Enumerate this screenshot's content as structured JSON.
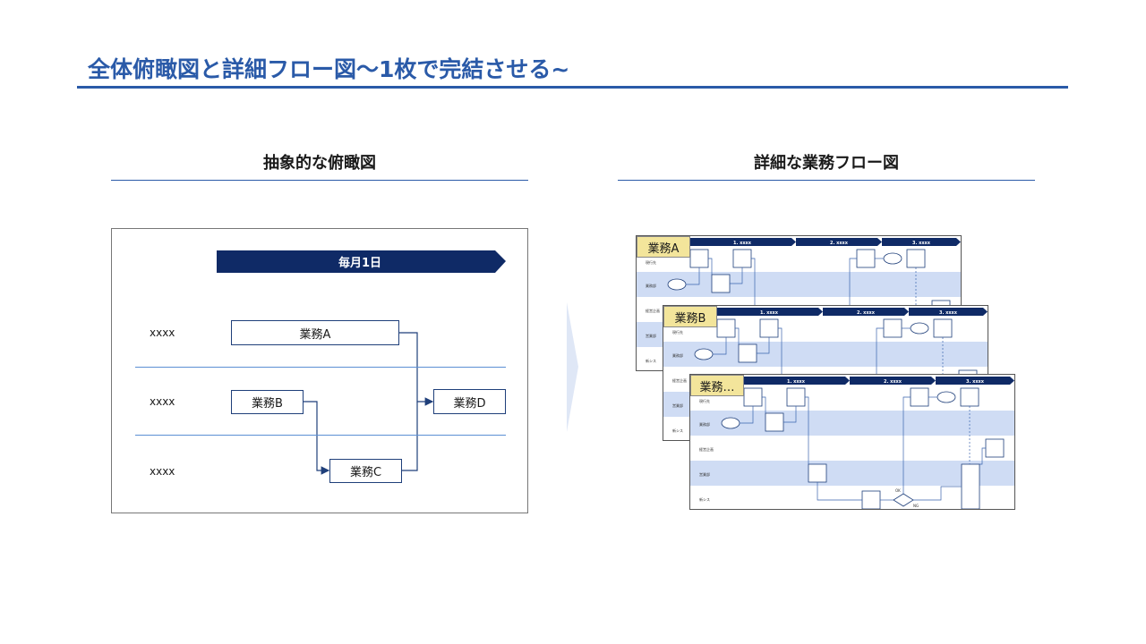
{
  "title": "全体俯瞰図と詳細フロー図～1枚で完結させる~",
  "overview": {
    "heading": "抽象的な俯瞰図",
    "date_banner": "毎月1日",
    "row_labels": [
      "xxxx",
      "xxxx",
      "xxxx"
    ],
    "tasks": [
      "業務A",
      "業務B",
      "業務C",
      "業務D"
    ]
  },
  "detail": {
    "heading": "詳細な業務フロー図",
    "sheets": [
      {
        "tag": "業務A"
      },
      {
        "tag": "業務B"
      },
      {
        "tag": "業務…"
      }
    ],
    "phase_labels": [
      "1. xxxx",
      "2. xxxx",
      "3. xxxx"
    ],
    "lane_labels": [
      "現行先",
      "業務部",
      "経営企画",
      "営業部",
      "新シス"
    ],
    "decision_labels": [
      "OK",
      "NG"
    ]
  },
  "colors": {
    "accent": "#2a5aa8",
    "banner": "#0f2a66",
    "lane_fill": "#cfdcf4",
    "tag_fill": "#f3e59b",
    "arrow_fill": "#dfe7f6"
  }
}
